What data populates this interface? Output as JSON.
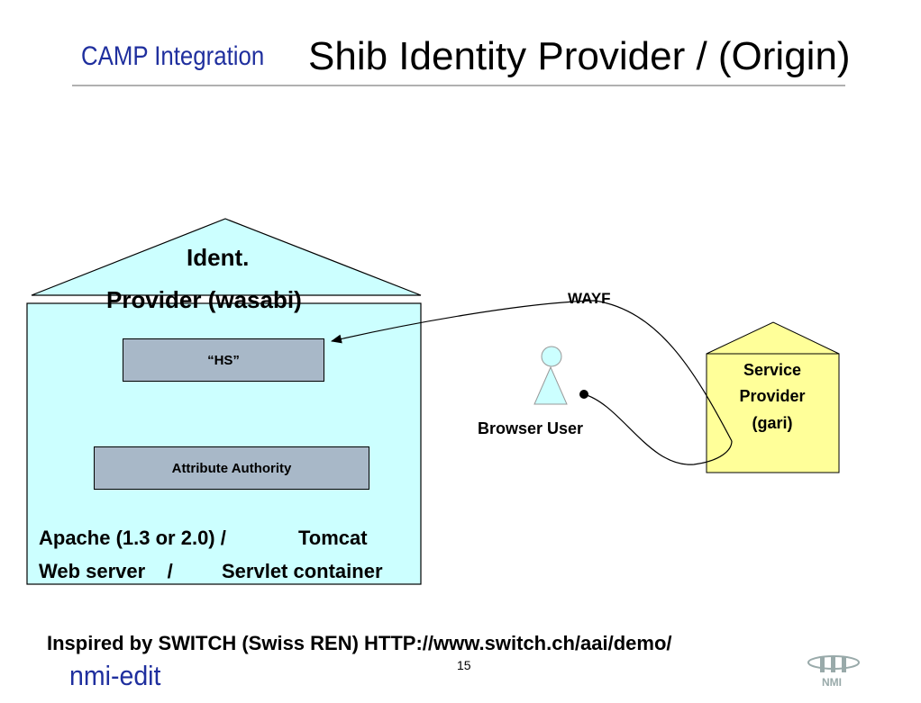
{
  "header": {
    "section": "CAMP Integration",
    "title": "Shib Identity Provider / (Origin)"
  },
  "diagram": {
    "idp": {
      "label_line1": "Ident.",
      "label_line2": "Provider (wasabi)",
      "hs_label": "“HS”",
      "aa_label": "Attribute Authority",
      "apache": "Apache (1.3 or 2.0) /",
      "tomcat": "Tomcat",
      "webserver": "Web server    /",
      "servlet": "Servlet container"
    },
    "wayf": "WAYF",
    "browser_user": "Browser User",
    "sp": {
      "line1": "Service",
      "line2": "Provider",
      "line3": "(gari)"
    },
    "colors": {
      "idp_fill": "#ccffff",
      "sp_fill": "#ffff99",
      "box_fill": "#a8b8c8",
      "user_fill": "#ccffff",
      "accent_blue": "#1f2f9e"
    }
  },
  "footer": {
    "inspired": "Inspired by SWITCH (Swiss REN) HTTP://www.switch.ch/aai/demo/",
    "page": "15",
    "brand": "nmi-edit",
    "logo_text": "NMI"
  }
}
